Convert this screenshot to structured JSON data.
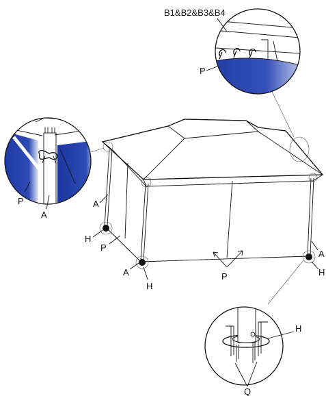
{
  "labels": {
    "bracket_parts": "B1&B2&B3&B4",
    "panel_p_top": "P",
    "panel_p_left": "P",
    "pole_a_left": "A",
    "panel_p_side": "P",
    "pole_a_leftback": "A",
    "foot_h_back": "H",
    "pole_a_front": "A",
    "foot_h_front": "H",
    "panel_p_front": "P",
    "pole_a_right": "A",
    "foot_h_right": "H",
    "foot_h_detail": "H",
    "stake_q": "Q"
  },
  "colors": {
    "panel_blue": "#2a45a8",
    "panel_blue_light": "#c9d3f2",
    "line": "#111111"
  }
}
